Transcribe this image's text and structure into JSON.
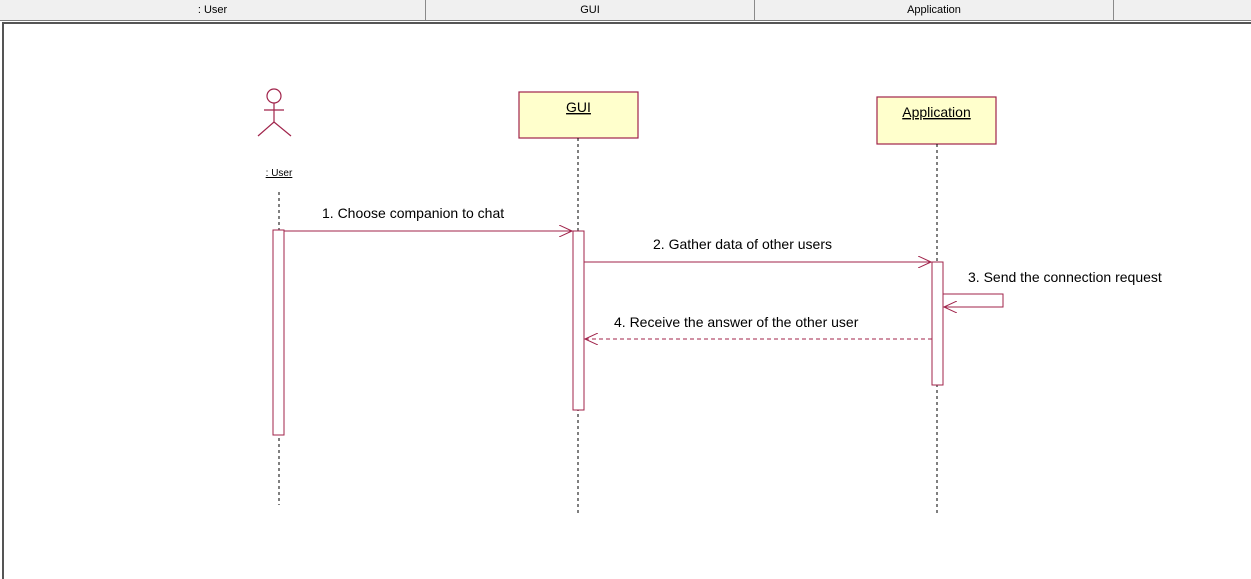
{
  "header": {
    "columns": [
      ": User",
      "GUI",
      "Application",
      ""
    ]
  },
  "diagram": {
    "actor": {
      "name": ": User"
    },
    "objects": [
      {
        "name": "GUI"
      },
      {
        "name": "Application"
      }
    ],
    "messages": [
      {
        "label": "1. Choose companion to chat",
        "kind": "sync"
      },
      {
        "label": "2. Gather data of other users",
        "kind": "sync"
      },
      {
        "label": "3. Send the connection request",
        "kind": "self"
      },
      {
        "label": "4. Receive the answer of the other user",
        "kind": "return"
      }
    ],
    "colors": {
      "line": "#a0234a",
      "box_fill": "#ffffcc",
      "box_stroke": "#a0234a"
    }
  }
}
